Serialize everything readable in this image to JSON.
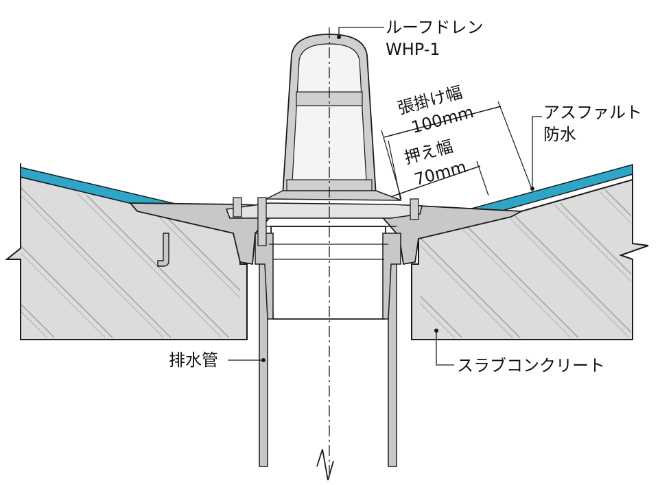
{
  "labels": {
    "roof_drain_name": "ルーフドレン",
    "roof_drain_model": "WHP-1",
    "overlap_width_title": "張掛け幅",
    "overlap_width_value": "100mm",
    "press_width_title": "押え幅",
    "press_width_value": "70mm",
    "asphalt_line1": "アスファルト",
    "asphalt_line2": "防水",
    "drain_pipe": "排水管",
    "slab": "スラブコンクリート"
  },
  "colors": {
    "waterproof_layer": "#2fa6c8",
    "concrete_fill": "#dcdcdc",
    "metal_fill": "#c8c8c8",
    "line": "#1a1a1a"
  }
}
